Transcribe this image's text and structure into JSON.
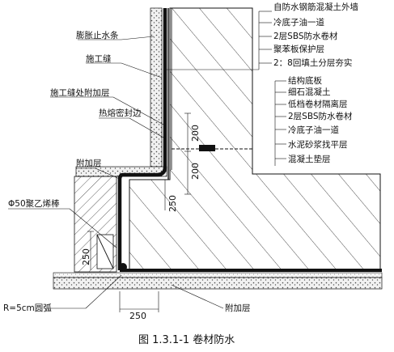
{
  "labels_right": {
    "r1": "自防水钢筋混凝土外墙",
    "r2": "冷底子油一道",
    "r3": "2层SBS防水卷材",
    "r4": "聚苯板保护层",
    "r5": "2：8回填土分层夯实",
    "r6": "结构底板",
    "r7": "细石混凝土",
    "r8": "低档卷材隔离层",
    "r9": "2层SBS防水卷材",
    "r10": "冷底子油一道",
    "r11": "水泥砂浆找平层",
    "r12": "混凝土垫层"
  },
  "labels_left": {
    "l1": "膨胀止水条",
    "l2": "施工缝",
    "l3": "施工缝处附加层",
    "l4": "热熔密封边",
    "l5": "附加层",
    "l6": "Φ50聚乙烯棒",
    "l7": "R=5cm圆弧"
  },
  "label_bottom": "附加层",
  "dimensions": {
    "d200a": "200",
    "d200b": "200",
    "d250v": "250",
    "d250a": "250",
    "d250b": "250"
  },
  "caption": "图 1.3.1-1 卷材防水"
}
